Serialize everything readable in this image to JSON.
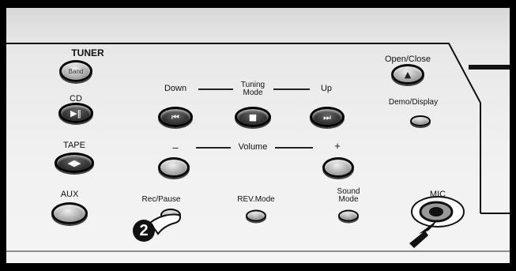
{
  "labels": {
    "tuner": "TUNER",
    "band": "Band",
    "cd": "CD",
    "tape": "TAPE",
    "aux": "AUX",
    "down": "Down",
    "tuning_mode": "Tuning Mode",
    "up": "Up",
    "minus": "–",
    "volume": "Volume",
    "plus": "+",
    "rec_pause": "Rec/Pause",
    "rev_mode": "REV.Mode",
    "sound_mode": "Sound Mode",
    "open_close": "Open/Close",
    "demo_display": "Demo/Display",
    "mic": "MIC"
  },
  "step_marker": "2",
  "icons": {
    "down": "skip-back-icon",
    "tuning": "stop-icon",
    "up": "skip-forward-icon",
    "cd": "play-pause-icon",
    "tape": "tape-play-icon",
    "open_close": "eject-icon"
  }
}
